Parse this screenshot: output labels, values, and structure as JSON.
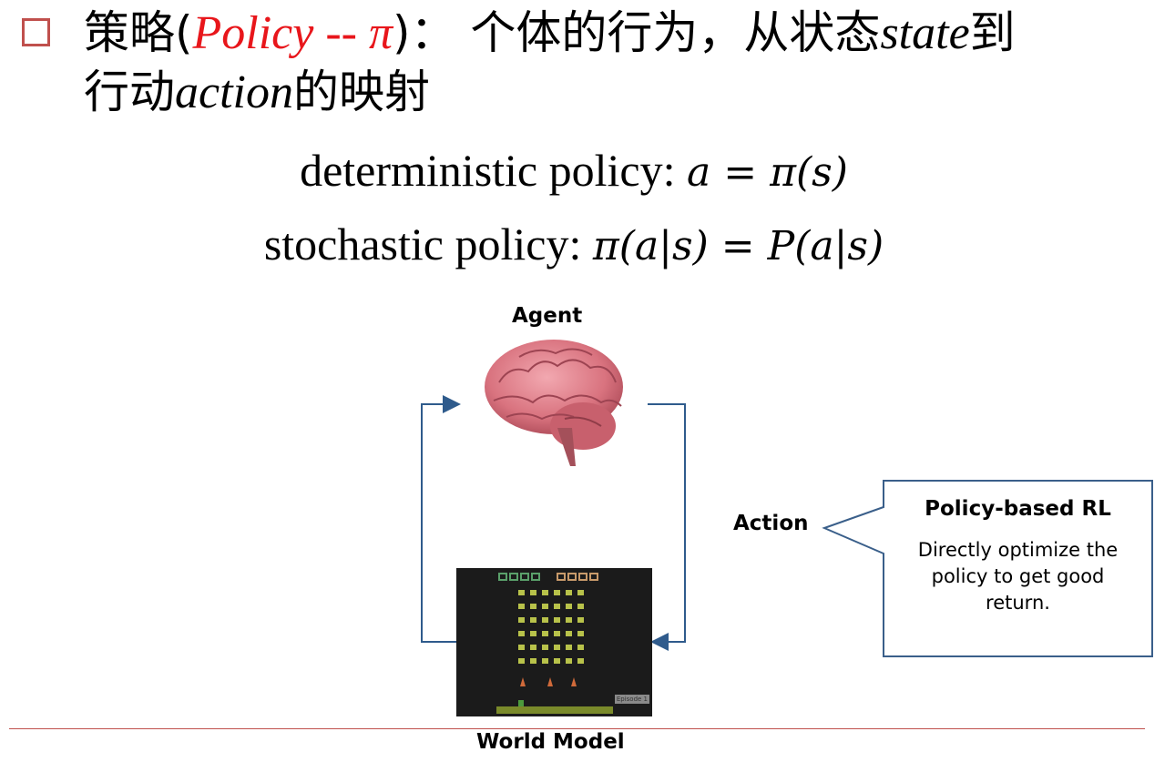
{
  "heading": {
    "part1": "策略(",
    "policy_term": "Policy -- π",
    "part2": ")： 个体的行为，从状态",
    "state_term": "state",
    "part3": "到",
    "line2_part1": "行动",
    "action_term": "action",
    "line2_part2": "的映射"
  },
  "equations": {
    "deterministic_label": "deterministic policy: ",
    "deterministic_math": "a = π(s)",
    "stochastic_label": "stochastic policy: ",
    "stochastic_math": "π(a|s) = P(a|s)"
  },
  "diagram": {
    "agent_label": "Agent",
    "action_label": "Action",
    "world_label": "World Model",
    "game_episode": "Episode 1"
  },
  "callout": {
    "title": "Policy-based RL",
    "body": "Directly optimize the policy to get good return."
  },
  "colors": {
    "accent_red": "#c0504d",
    "policy_red": "#e8161b",
    "arrow_blue": "#2f5b8c",
    "callout_border": "#3a5f8a"
  }
}
